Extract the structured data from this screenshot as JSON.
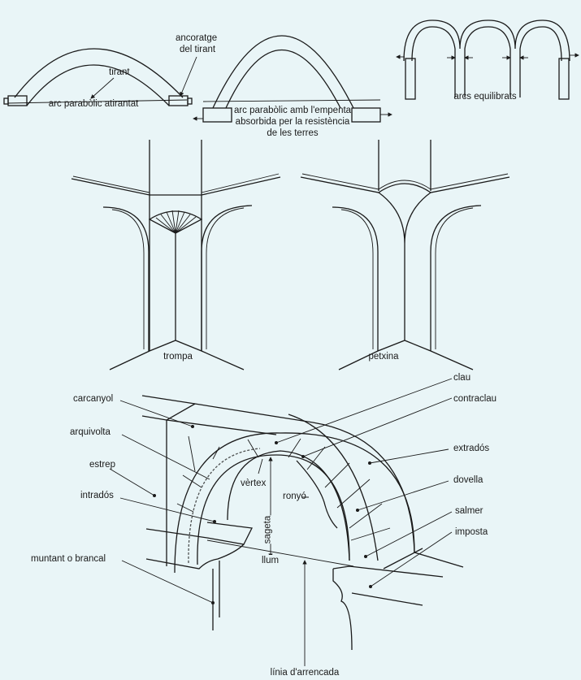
{
  "top": {
    "tied_arch": {
      "caption": "arc parabòlic atirantat",
      "tirant": "tirant",
      "ancoratge": [
        "ancoratge",
        "del tirant"
      ]
    },
    "ground_arch": {
      "caption": [
        "arc parabòlic amb l'empenta",
        "absorbida per la resistència",
        "de les terres"
      ]
    },
    "balanced_arches": {
      "caption": "arcs equilibrats"
    }
  },
  "middle": {
    "trompa": "trompa",
    "petxina": "petxina"
  },
  "arch_parts": {
    "left": [
      "carcanyol",
      "arquivolta",
      "estrep",
      "intradós",
      "muntant o brancal"
    ],
    "right": [
      "clau",
      "contraclau",
      "extradós",
      "dovella",
      "salmer",
      "imposta"
    ],
    "inner": {
      "vertex": "vèrtex",
      "ronyo": "ronyó",
      "sageta": "sageta",
      "llum": "llum",
      "linia": "línia d'arrencada"
    }
  },
  "colors": {
    "background": "#e9f5f7",
    "ink": "#1a1a1a"
  }
}
